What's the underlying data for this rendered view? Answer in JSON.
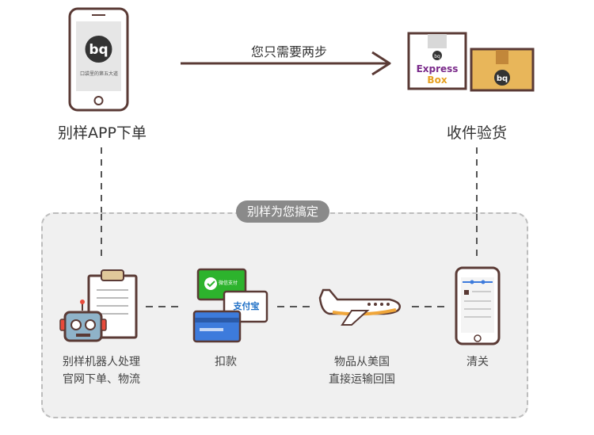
{
  "top": {
    "arrow_caption": "您只需要两步",
    "step1_label": "别样APP下单",
    "step2_label": "收件验货",
    "phone_tagline": "口袋里的第五大道",
    "box_word1": "Express",
    "box_word2": "Box"
  },
  "panel": {
    "badge": "别样为您搞定",
    "steps": [
      {
        "line1": "别样机器人处理",
        "line2": "官网下单、物流"
      },
      {
        "line1": "扣款",
        "line2": ""
      },
      {
        "line1": "物品从美国",
        "line2": "直接运输回国"
      },
      {
        "line1": "清关",
        "line2": ""
      }
    ],
    "wechat_text": "微信支付",
    "alipay_text": "支付宝"
  },
  "colors": {
    "outline": "#5a3a35",
    "wechat_green": "#2db32d",
    "alipay_blue": "#1e6fc6",
    "card_blue": "#3d7bdc",
    "box_yellow": "#e8b65a",
    "plane_orange": "#f0a63a",
    "box_purple": "#7a2a8a"
  }
}
